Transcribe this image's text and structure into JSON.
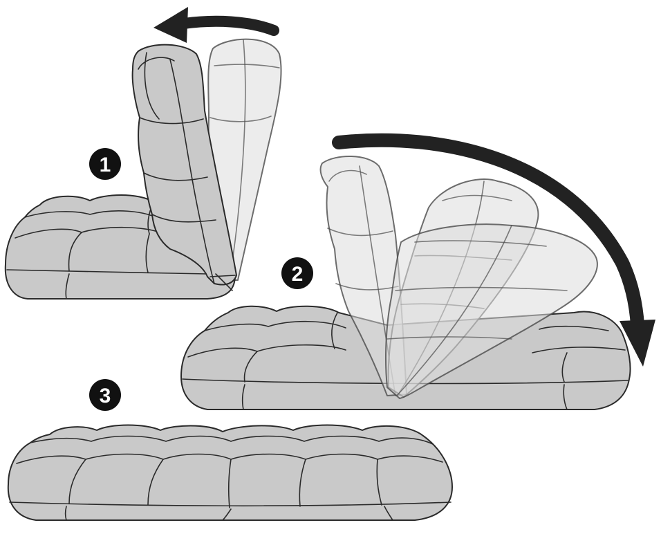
{
  "steps": [
    {
      "label": "1"
    },
    {
      "label": "2"
    },
    {
      "label": "3"
    }
  ],
  "colors": {
    "cushion": "#c9c9c9",
    "ghost_cushion": "#dcdcdc",
    "outline": "#2a2a2a",
    "arrow": "#222222",
    "badge": "#111111"
  },
  "icons": {
    "recline_back": "curved-arrow-left-icon",
    "fold_down": "curved-arrow-down-right-icon"
  }
}
